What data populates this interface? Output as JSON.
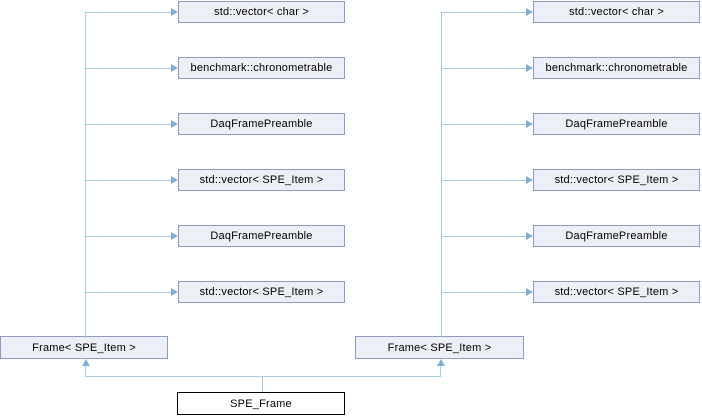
{
  "diagram": {
    "type": "class-collaboration-graph",
    "colors": {
      "background": "#ffffff",
      "node_fill": "#edeff6",
      "node_border": "#8e9ac3",
      "main_node_fill": "#ffffff",
      "main_node_border": "#000000",
      "edge": "#a7cee3",
      "arrowhead": "#7eb1d8",
      "text": "#000000"
    },
    "columns": {
      "left": {
        "items": [
          "std::vector< char >",
          "benchmark::chronometrable",
          "DaqFramePreamble",
          "std::vector< SPE_Item >",
          "DaqFramePreamble",
          "std::vector< SPE_Item >"
        ],
        "frame_label": "Frame< SPE_Item >"
      },
      "right": {
        "items": [
          "std::vector< char >",
          "benchmark::chronometrable",
          "DaqFramePreamble",
          "std::vector< SPE_Item >",
          "DaqFramePreamble",
          "std::vector< SPE_Item >"
        ],
        "frame_label": "Frame< SPE_Item >"
      }
    },
    "main_node_label": "SPE_Frame"
  }
}
